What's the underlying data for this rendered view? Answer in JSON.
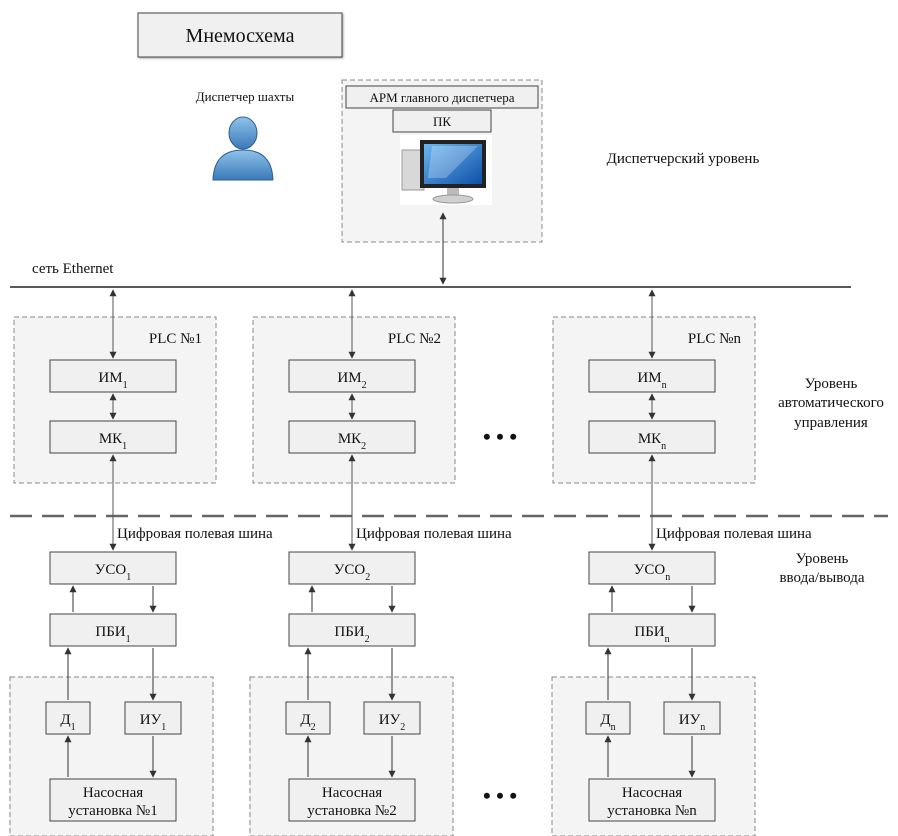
{
  "title": "Мнемосхема",
  "dispatcher_label": "Диспетчер шахты",
  "workstation": {
    "title": "АРМ главного диспетчера",
    "pc_label": "ПК"
  },
  "dispatch_level": "Диспетчерский уровень",
  "network": "сеть Ethernet",
  "auto_level": [
    "Уровень",
    "автоматического",
    "управления"
  ],
  "io_level": [
    "Уровень",
    "ввода/вывода"
  ],
  "ellipsis": "• • •",
  "fieldbus": "Цифровая полевая шина",
  "columns": [
    {
      "plc": "PLC №1",
      "im": "ИМ",
      "im_sub": "1",
      "mk": "МК",
      "mk_sub": "1",
      "uso": "УСО",
      "uso_sub": "1",
      "pbi": "ПБИ",
      "pbi_sub": "1",
      "d": "Д",
      "d_sub": "1",
      "iu": "ИУ",
      "iu_sub": "1",
      "pump_line1": "Насосная",
      "pump_line2": "установка №1"
    },
    {
      "plc": "PLC №2",
      "im": "ИМ",
      "im_sub": "2",
      "mk": "МК",
      "mk_sub": "2",
      "uso": "УСО",
      "uso_sub": "2",
      "pbi": "ПБИ",
      "pbi_sub": "2",
      "d": "Д",
      "d_sub": "2",
      "iu": "ИУ",
      "iu_sub": "2",
      "pump_line1": "Насосная",
      "pump_line2": "установка №2"
    },
    {
      "plc": "PLC №n",
      "im": "ИМ",
      "im_sub": "n",
      "mk": "МК",
      "mk_sub": "n",
      "uso": "УСО",
      "uso_sub": "n",
      "pbi": "ПБИ",
      "pbi_sub": "n",
      "d": "Д",
      "d_sub": "n",
      "iu": "ИУ",
      "iu_sub": "n",
      "pump_line1": "Насосная",
      "pump_line2": "установка №n"
    }
  ]
}
